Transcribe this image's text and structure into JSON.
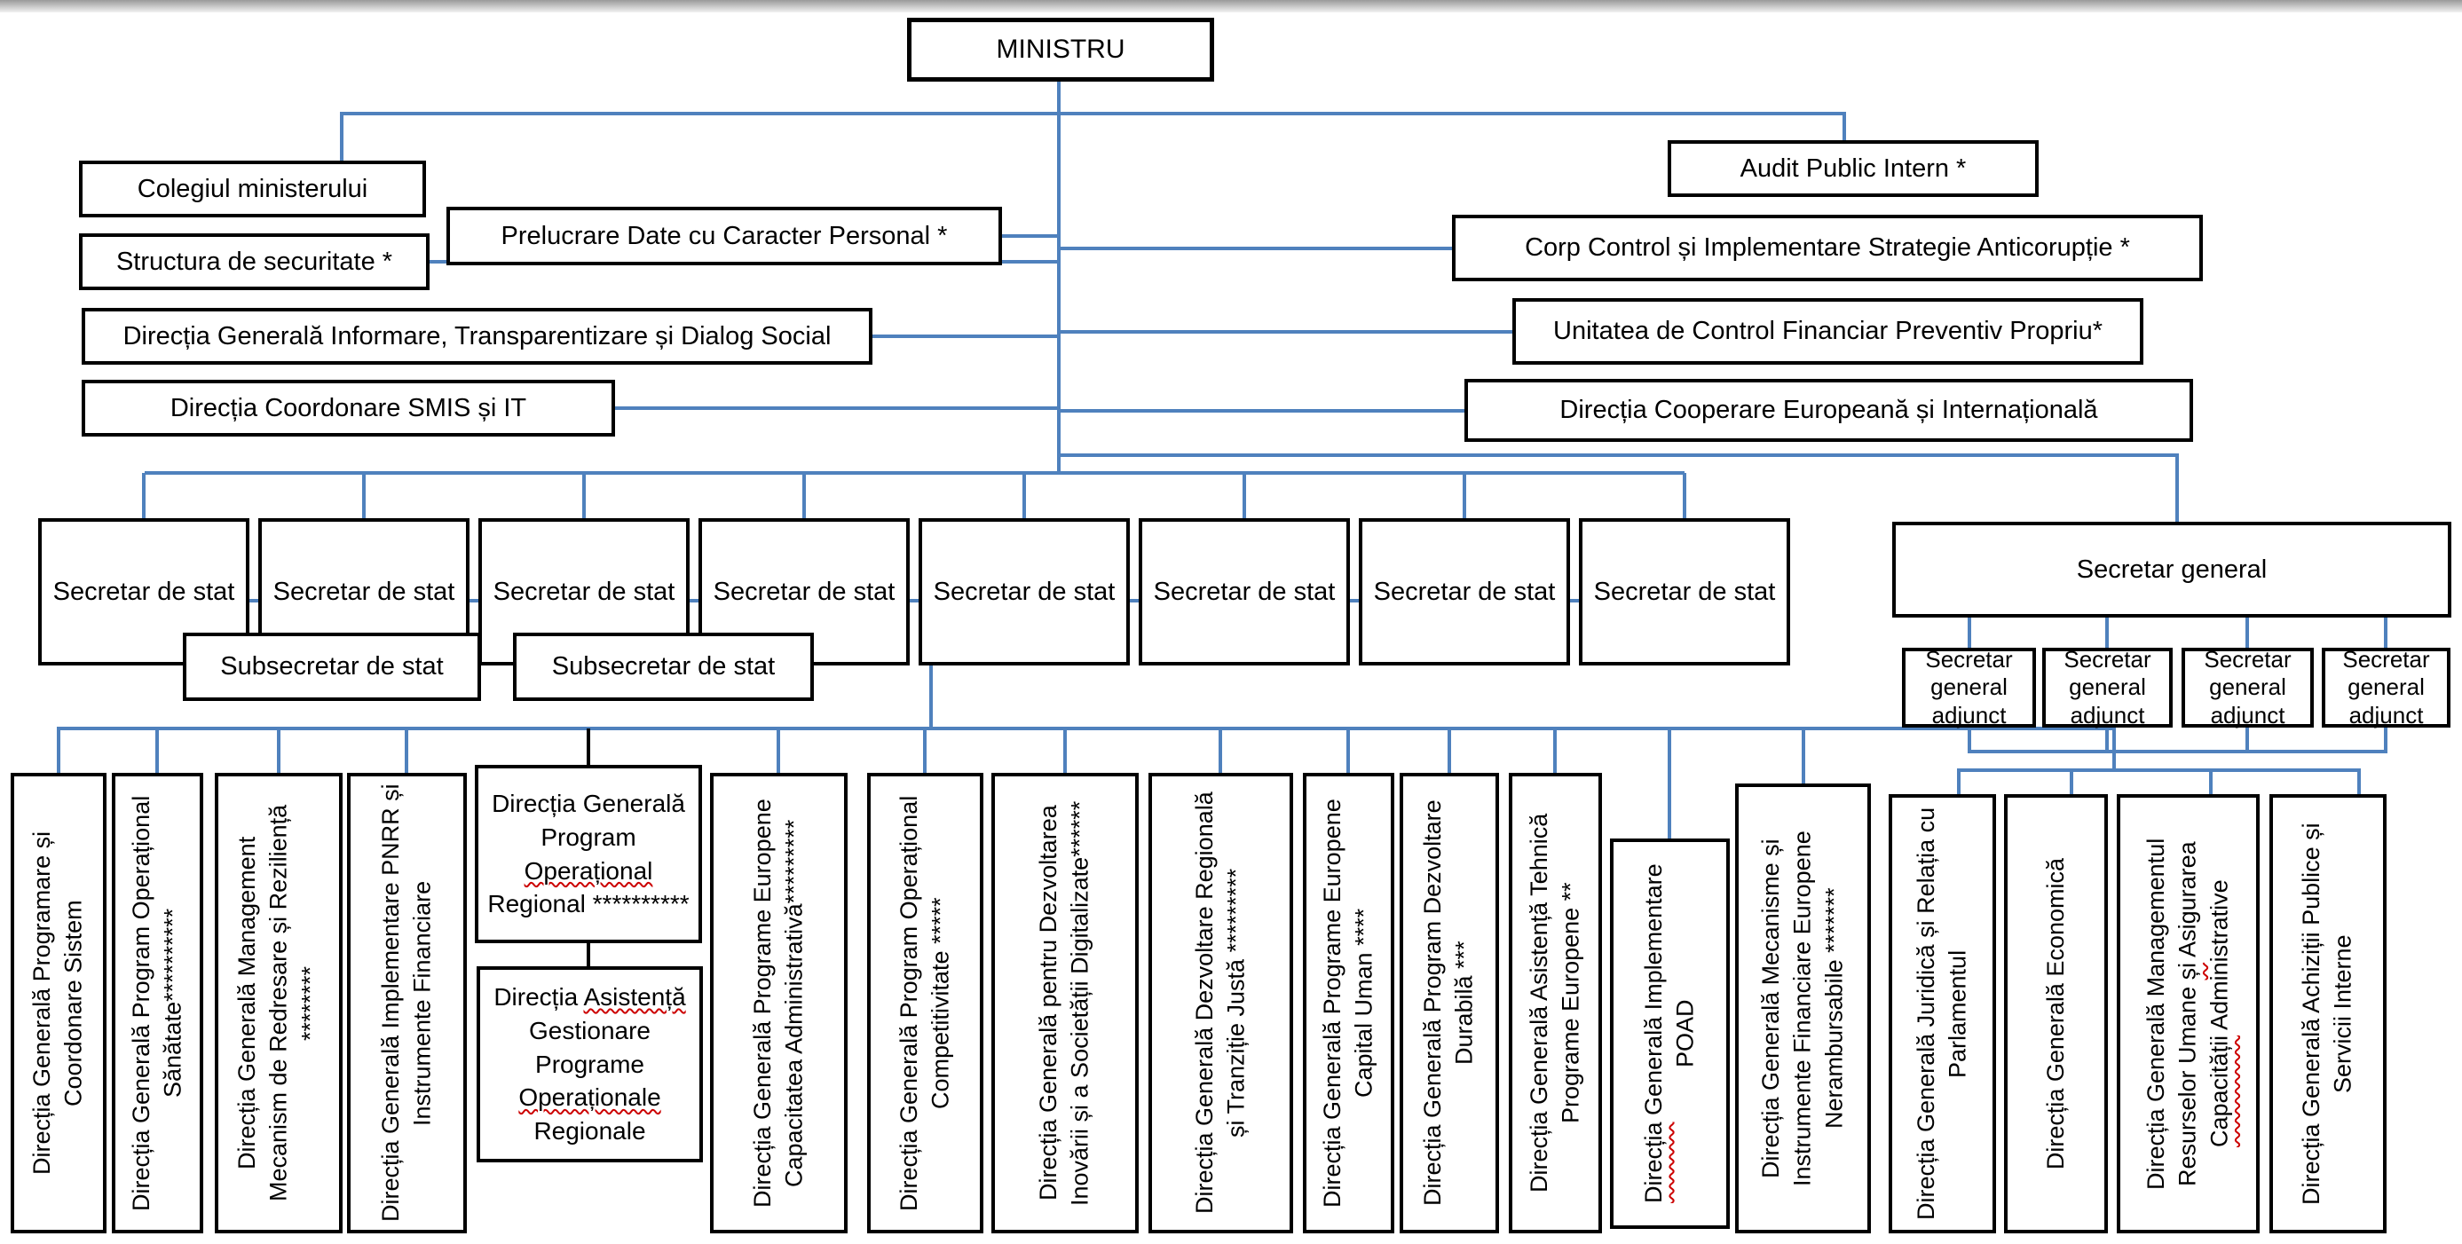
{
  "colors": {
    "line": "#4f81bd",
    "border": "#000000",
    "squiggle": "#cc0000"
  },
  "ministru_label": "MINISTRU",
  "left_units": [
    {
      "label": "Colegiul ministerului"
    },
    {
      "label": "Structura de securitate *"
    },
    {
      "label": "Prelucrare Date cu Caracter Personal *"
    },
    {
      "label": "Direcția Generală Informare, Transparentizare și Dialog Social"
    },
    {
      "label": "Direcția Coordonare SMIS și IT"
    }
  ],
  "right_units": [
    {
      "label": "Audit Public Intern *"
    },
    {
      "label": "Corp Control și Implementare Strategie Anticorupție *"
    },
    {
      "label": "Unitatea de Control Financiar Preventiv Propriu*"
    },
    {
      "label": "Direcția Cooperare Europeană și Internațională"
    }
  ],
  "state_secretaries": [
    "Secretar de stat",
    "Secretar de stat",
    "Secretar de stat",
    "Secretar de stat",
    "Secretar de stat",
    "Secretar de stat",
    "Secretar de stat",
    "Secretar de stat"
  ],
  "sub_state_secretaries": [
    "Subsecretar de stat",
    "Subsecretar de stat"
  ],
  "secretary_general_label": "Secretar general",
  "deputy_secretaries_general": [
    "Secretar general adjunct",
    "Secretar general adjunct",
    "Secretar general adjunct",
    "Secretar general adjunct"
  ],
  "directorates": [
    {
      "label": "Direcția Generală Programare și Coordonare Sistem"
    },
    {
      "label": "Direcția Generală Program Operațional Sănătate**********"
    },
    {
      "label": "Direcția Generală Management Mecanism de Redresare și Reziliență ********"
    },
    {
      "label": "Direcția Generală Implementare PNRR și Instrumente Financiare"
    },
    {
      "parts": [
        {
          "t": "Direcția Generală Program "
        },
        {
          "t": "Operațional",
          "w": true
        },
        {
          "t": " Regional **********"
        }
      ]
    },
    {
      "parts": [
        {
          "t": "Direcția "
        },
        {
          "t": "Asistență",
          "w": true
        },
        {
          "t": " Gestionare Programe "
        },
        {
          "t": "Operaționale",
          "w": true
        },
        {
          "t": " Regionale"
        }
      ]
    },
    {
      "label": "Direcția Generală Programe Europene Capacitatea Administrativă*********"
    },
    {
      "label": "Direcția Generală Program Operațional Competitivitate *****"
    },
    {
      "label": "Direcția Generală pentru Dezvoltarea Inovării și a Societății Digitalizate******"
    },
    {
      "label": "Direcția Generală Dezvoltare Regională și Tranziție Justă *********"
    },
    {
      "label": "Direcția Generală Programe Europene Capital Uman ****"
    },
    {
      "label": "Direcția Generală Program Dezvoltare Durabilă ***"
    },
    {
      "label": "Direcția Generală Asistență Tehnică Programe Europene **"
    },
    {
      "parts": [
        {
          "t": "Direcția",
          "w": true
        },
        {
          "t": " Generală Implementare POAD"
        }
      ]
    },
    {
      "label": "Direcția Generală Mecanisme și Instrumente Financiare Europene Nerambursabile *******"
    },
    {
      "label": "Direcția Generală Juridică și Relația cu Parlamentul"
    },
    {
      "label": "Direcția Generală Economică"
    },
    {
      "parts": [
        {
          "t": "Direcția Generală Managementul Resurselor Umane "
        },
        {
          "t": "și",
          "w": true
        },
        {
          "t": " Asigurarea "
        },
        {
          "t": "Capacității",
          "w": true
        },
        {
          "t": " Administrative"
        }
      ]
    },
    {
      "label": "Direcția Generală Achiziții Publice și Servicii Interne"
    }
  ]
}
